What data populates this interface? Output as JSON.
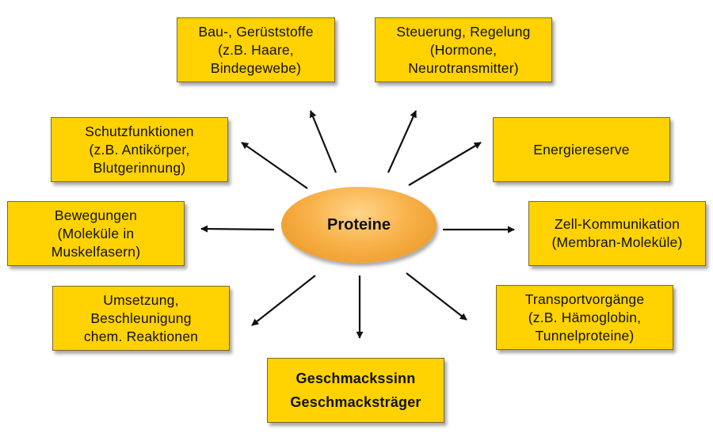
{
  "center": {
    "label": "Proteine"
  },
  "functions": [
    {
      "id": "structure",
      "text": "Bau-, Gerüststoffe\n(z.B. Haare,\nBindegewebe)"
    },
    {
      "id": "regulation",
      "text": "Steuerung, Regelung\n(Hormone,\nNeurotransmitter)"
    },
    {
      "id": "protection",
      "text": "Schutzfunktionen\n(z.B. Antikörper,\nBlutgerinnung)"
    },
    {
      "id": "energy",
      "text": "Energiereserve"
    },
    {
      "id": "movement",
      "text": "Bewegungen\n(Moleküle in\nMuskelfasern)"
    },
    {
      "id": "communication",
      "text": "Zell-Kommunikation\n(Membran-Moleküle)"
    },
    {
      "id": "catalysis",
      "text": "Umsetzung,\nBeschleunigung\nchem. Reaktionen"
    },
    {
      "id": "transport",
      "text": "Transportvorgänge\n(z.B. Hämoglobin,\nTunnelproteine)"
    },
    {
      "id": "taste",
      "text": "Geschmackssinn\nGeschmacksträger"
    }
  ],
  "colors": {
    "box_fill": "#ffd200",
    "box_border": "#7a6a2a",
    "center_fill": "#f9b24a",
    "arrow": "#111111"
  }
}
